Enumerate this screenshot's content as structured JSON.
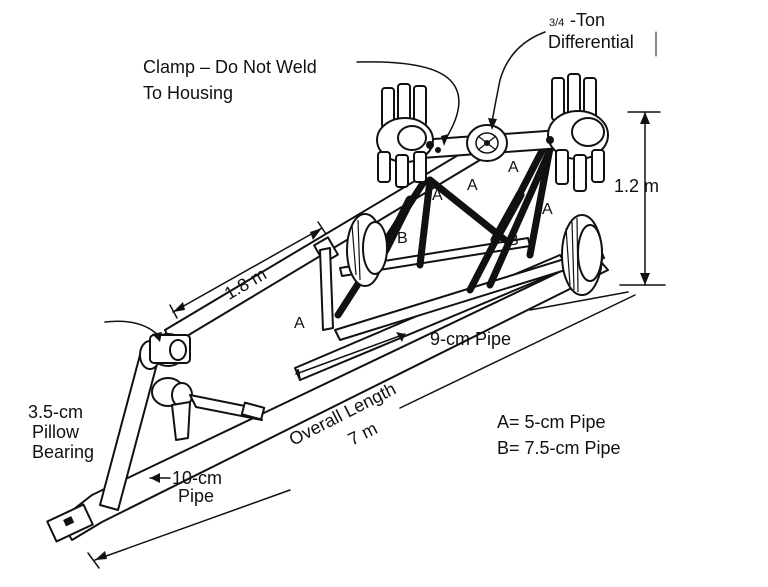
{
  "diagram": {
    "labels": {
      "diff_prefix": "3/4",
      "diff_ton": "-Ton",
      "diff_word": "Differential",
      "clamp_line1": "Clamp – Do Not Weld",
      "clamp_line2": "To Housing",
      "height": "1.2 m",
      "span": "1.8 m",
      "pipe9": "9-cm Pipe",
      "overall_length": "Overall Length",
      "overall_value": "7 m",
      "pillow_line1": "3.5-cm",
      "pillow_line2": "Pillow",
      "pillow_line3": "Bearing",
      "pipe10_line1": "10-cm",
      "pipe10_line2": "Pipe"
    },
    "legend": {
      "a": "A= 5-cm Pipe",
      "b": "B= 7.5-cm Pipe"
    },
    "member_letters": {
      "a1": "A",
      "a2": "A",
      "a3": "A",
      "a4": "A",
      "a5": "A",
      "b1": "B",
      "b2": "B"
    }
  }
}
